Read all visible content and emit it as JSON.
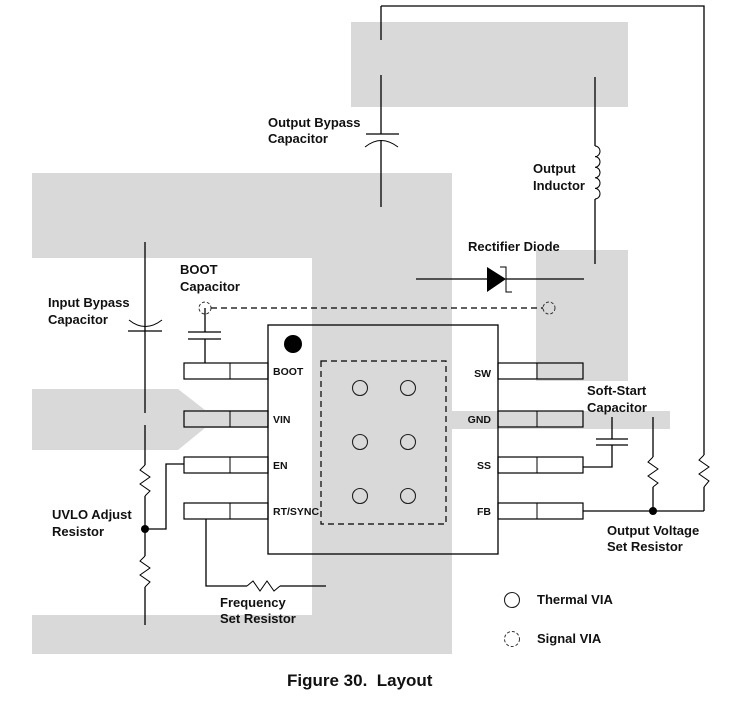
{
  "figure": {
    "caption": "Figure 30.  Layout"
  },
  "ic": {
    "pins_left": [
      "BOOT",
      "VIN",
      "EN",
      "RT/SYNC"
    ],
    "pins_right": [
      "SW",
      "GND",
      "SS",
      "FB"
    ],
    "thermal_via_count": 6
  },
  "labels": {
    "output_bypass_capacitor": [
      "Output Bypass",
      "Capacitor"
    ],
    "output_inductor": [
      "Output",
      "Inductor"
    ],
    "rectifier_diode": [
      "Rectifier Diode"
    ],
    "boot_capacitor": [
      "BOOT",
      "Capacitor"
    ],
    "input_bypass_capacitor": [
      "Input Bypass",
      "Capacitor"
    ],
    "soft_start_capacitor": [
      "Soft-Start",
      "Capacitor"
    ],
    "uvlo_adjust_resistor": [
      "UVLO Adjust",
      "Resistor"
    ],
    "output_voltage_set_resistor": [
      "Output Voltage",
      "Set Resistor"
    ],
    "frequency_set_resistor": [
      "Frequency",
      "Set Resistor"
    ]
  },
  "legend": {
    "items": [
      {
        "icon": "thermal-via-icon",
        "label": "Thermal VIA"
      },
      {
        "icon": "signal-via-icon",
        "label": "Signal VIA"
      }
    ]
  },
  "colors": {
    "copper": "#d9d9d9",
    "line": "#000000"
  }
}
